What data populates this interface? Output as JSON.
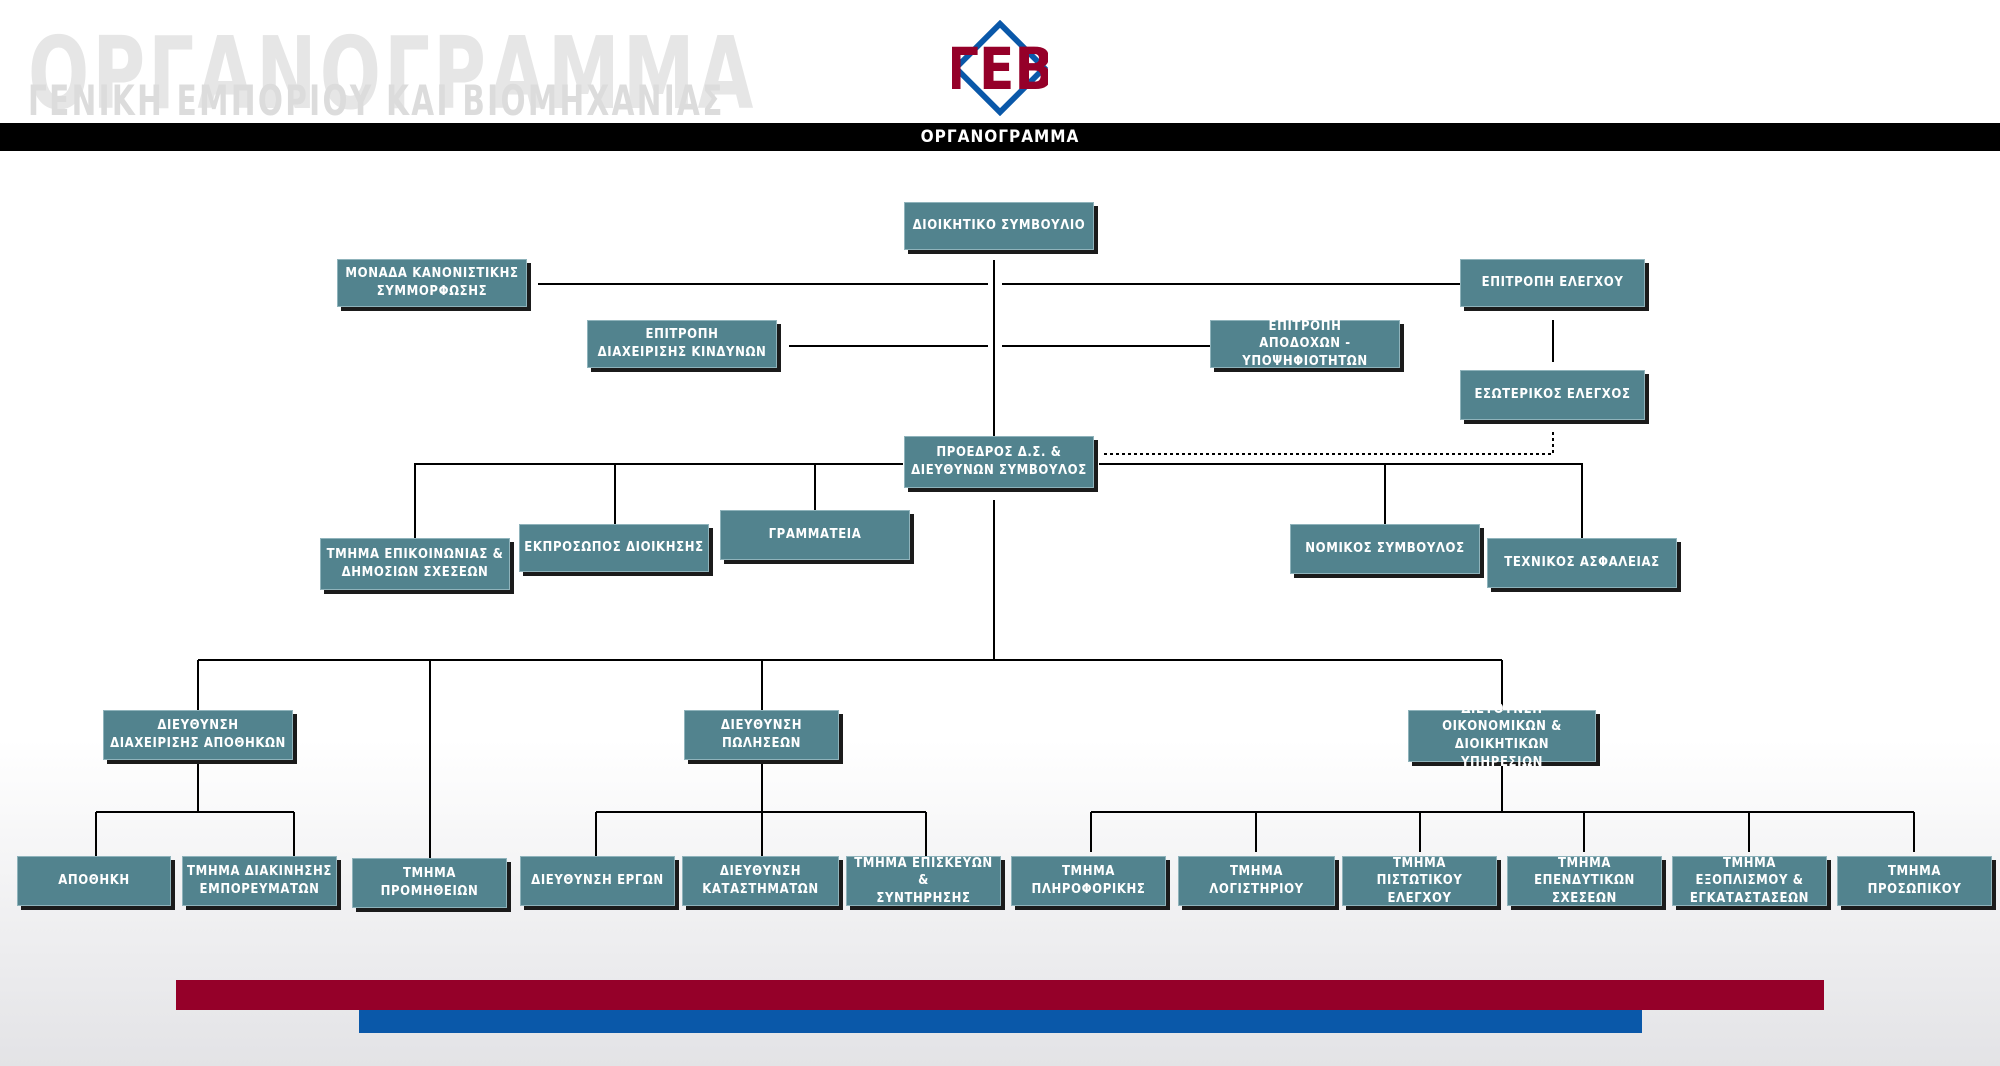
{
  "header": {
    "watermark_title": "ΟΡΓΑΝΟΓΡΑΜΜΑ",
    "watermark_subtitle": "ΓΕΝΙΚΗ ΕΜΠΟΡΙΟΥ ΚΑΙ ΒΙΟΜΗΧΑΝΙΑΣ",
    "logo_text": "ΓΕΒ",
    "bar_title": "ΟΡΓΑΝΟΓΡΑΜΜΑ"
  },
  "colors": {
    "box_fill": "#52838e",
    "logo_red": "#950029",
    "logo_blue": "#0a58a9",
    "stripe_red": "#950029",
    "stripe_blue": "#0a58a9"
  },
  "org": {
    "board": "ΔΙΟΙΚΗΤΙΚΟ ΣΥΜΒΟΥΛΙΟ",
    "compliance": "ΜΟΝΑΔΑ ΚΑΝΟΝΙΣΤΙΚΗΣ\nΣΥΜΜΟΡΦΩΣΗΣ",
    "audit_committee": "ΕΠΙΤΡΟΠΗ ΕΛΕΓΧΟΥ",
    "risk_committee": "ΕΠΙΤΡΟΠΗ\nΔΙΑΧΕΙΡΙΣΗΣ ΚΙΝΔΥΝΩΝ",
    "remuneration_committee": "ΕΠΙΤΡΟΠΗ\nΑΠΟΔΟΧΩΝ - ΥΠΟΨΗΦΙΟΤΗΤΩΝ",
    "internal_audit": "ΕΣΩΤΕΡΙΚΟΣ ΕΛΕΓΧΟΣ",
    "ceo": "ΠΡΟΕΔΡΟΣ Δ.Σ. &\nΔΙΕΥΘΥΝΩΝ ΣΥΜΒΟΥΛΟΣ",
    "communications": "ΤΜΗΜΑ ΕΠΙΚΟΙΝΩΝΙΑΣ &\nΔΗΜΟΣΙΩΝ ΣΧΕΣΕΩΝ",
    "management_rep": "ΕΚΠΡΟΣΩΠΟΣ ΔΙΟΙΚΗΣΗΣ",
    "secretariat": "ΓΡΑΜΜΑΤΕΙΑ",
    "legal_advisor": "ΝΟΜΙΚΟΣ ΣΥΜΒΟΥΛΟΣ",
    "safety_technician": "ΤΕΧΝΙΚΟΣ ΑΣΦΑΛΕΙΑΣ",
    "warehouse_mgmt": "ΔΙΕΥΘΥΝΣΗ\nΔΙΑΧΕΙΡΙΣΗΣ ΑΠΟΘΗΚΩΝ",
    "sales_mgmt": "ΔΙΕΥΘΥΝΣΗ ΠΩΛΗΣΕΩΝ",
    "finance_admin": "ΔΙΕΥΘΥΝΣΗ ΟΙΚΟΝΟΜΙΚΩΝ &\nΔΙΟΙΚΗΤΙΚΩΝ ΥΠΗΡΕΣΙΩΝ",
    "warehouse": "ΑΠΟΘΗΚΗ",
    "goods_movement": "ΤΜΗΜΑ ΔΙΑΚΙΝΗΣΗΣ\nΕΜΠΟΡΕΥΜΑΤΩΝ",
    "procurement": "ΤΜΗΜΑ ΠΡΟΜΗΘΕΙΩΝ",
    "projects": "ΔΙΕΥΘΥΝΣΗ ΕΡΓΩΝ",
    "stores": "ΔΙΕΥΘΥΝΣΗ ΚΑΤΑΣΤΗΜΑΤΩΝ",
    "repairs": "ΤΜΗΜΑ ΕΠΙΣΚΕΥΩΝ &\nΣΥΝΤΗΡΗΣΗΣ",
    "it": "ΤΜΗΜΑ ΠΛΗΡΟΦΟΡΙΚΗΣ",
    "accounting": "ΤΜΗΜΑ ΛΟΓΙΣΤΗΡΙΟΥ",
    "credit_control": "ΤΜΗΜΑ\nΠΙΣΤΩΤΙΚΟΥ ΕΛΕΓΧΟΥ",
    "investor_relations": "ΤΜΗΜΑ\nΕΠΕΝΔΥΤΙΚΩΝ ΣΧΕΣΕΩΝ",
    "equipment": "ΤΜΗΜΑ ΕΞΟΠΛΙΣΜΟΥ &\nΕΓΚΑΤΑΣΤΑΣΕΩΝ",
    "personnel": "ΤΜΗΜΑ ΠΡΟΣΩΠΙΚΟΥ"
  }
}
